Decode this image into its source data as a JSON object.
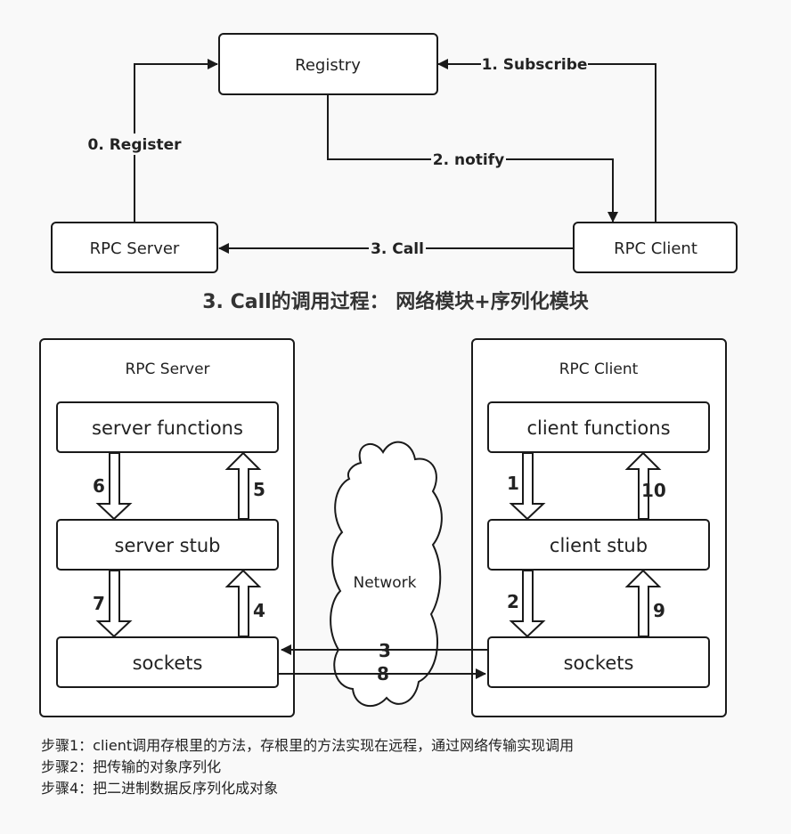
{
  "top": {
    "registry": "Registry",
    "rpc_server": "RPC Server",
    "rpc_client": "RPC Client",
    "edge_register": "0. Register",
    "edge_subscribe": "1. Subscribe",
    "edge_notify": "2. notify",
    "edge_call": "3. Call"
  },
  "section_title": "3. Call的调用过程：  网络模块+序列化模块",
  "server_panel": {
    "title": "RPC Server",
    "functions": "server functions",
    "stub": "server stub",
    "sockets": "sockets"
  },
  "client_panel": {
    "title": "RPC Client",
    "functions": "client functions",
    "stub": "client stub",
    "sockets": "sockets"
  },
  "network": "Network",
  "steps": {
    "s1": "1",
    "s2": "2",
    "s3": "3",
    "s4": "4",
    "s5": "5",
    "s6": "6",
    "s7": "7",
    "s8": "8",
    "s9": "9",
    "s10": "10"
  },
  "notes": [
    "步骤1：client调用存根里的方法，存根里的方法实现在远程，通过网络传输实现调用",
    "步骤2：把传输的对象序列化",
    "步骤4：把二进制数据反序列化成对象"
  ]
}
